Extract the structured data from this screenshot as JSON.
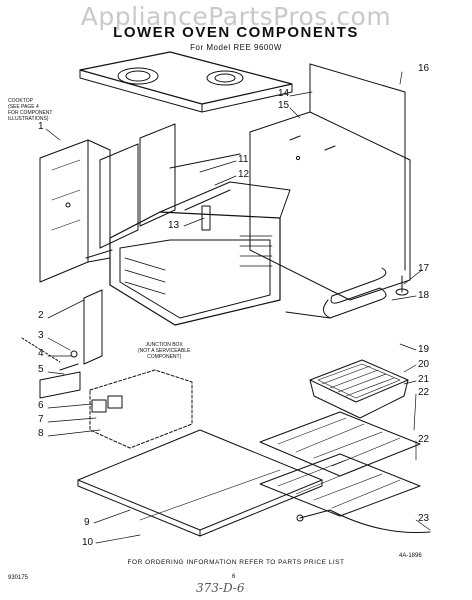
{
  "watermark": "AppliancePartsPros.com",
  "title": "LOWER OVEN COMPONENTS",
  "subtitle": "For Model REE 9600W",
  "cooktop_note": "COOKTOP\n(SEE PAGE 4\nFOR COMPONENT\nILLUSTRATIONS)",
  "junction_box_note": "JUNCTION BOX\n(NOT A SERVICEABLE\nCOMPONENT)",
  "footer_text": "FOR ORDERING INFORMATION REFER TO PARTS PRICE LIST",
  "part_code_left": "930175",
  "part_code_right": "4A-1896",
  "page_number": "6",
  "handwritten_note": "373-D-6",
  "callouts": {
    "c1": "1",
    "c2": "2",
    "c3": "3",
    "c4": "4",
    "c5": "5",
    "c6": "6",
    "c7": "7",
    "c8": "8",
    "c9": "9",
    "c10": "10",
    "c11": "11",
    "c12": "12",
    "c13": "13",
    "c14": "14",
    "c15": "15",
    "c16": "16",
    "c17": "17",
    "c18": "18",
    "c19": "19",
    "c20": "20",
    "c21": "21",
    "c22a": "22",
    "c22b": "22",
    "c23": "23"
  }
}
